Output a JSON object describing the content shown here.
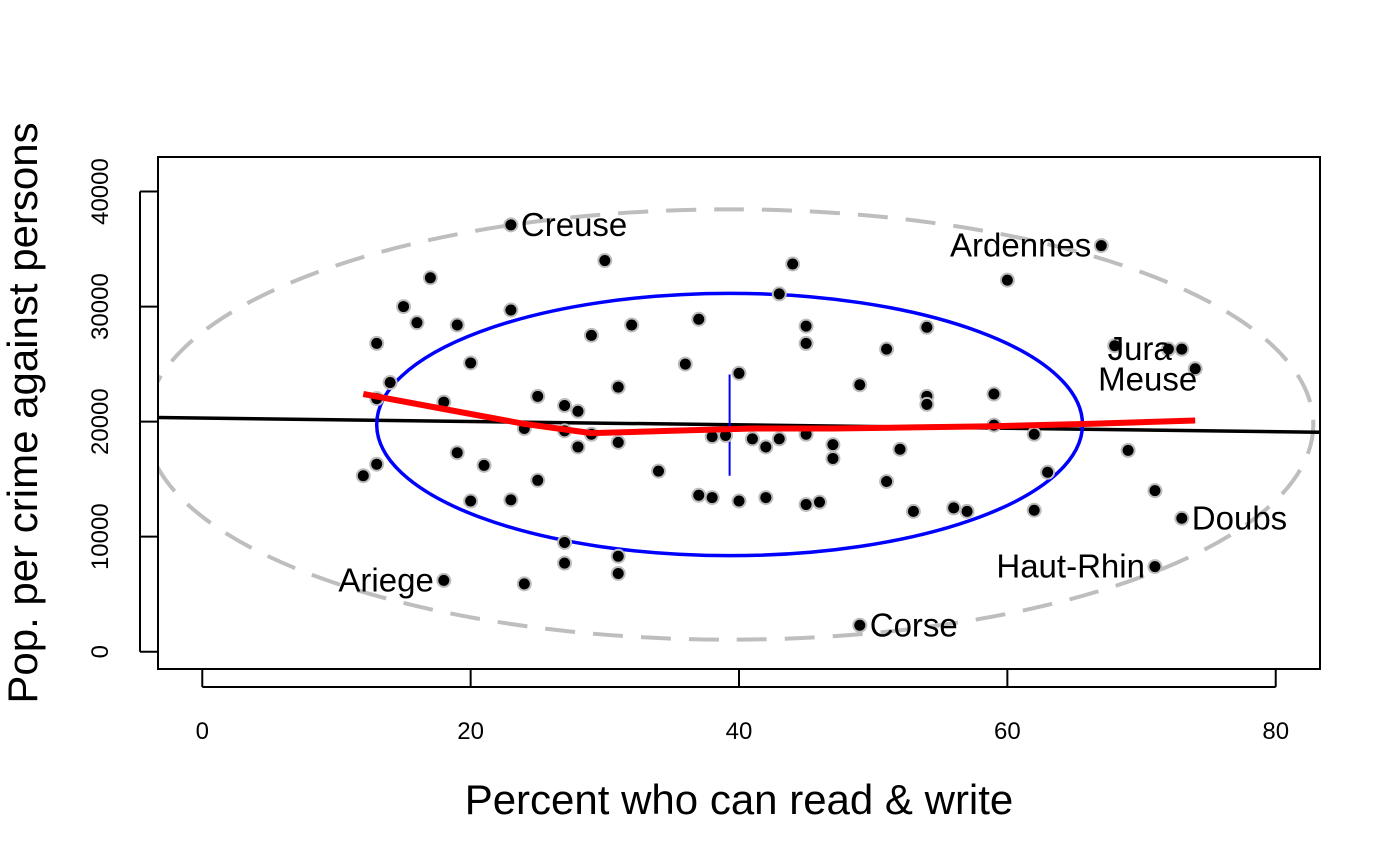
{
  "chart_data": {
    "type": "scatter",
    "xlabel": "Percent who can read & write",
    "ylabel": "Pop. per crime against persons",
    "xlim": [
      -3.3,
      83.3
    ],
    "ylim": [
      -1500,
      43000
    ],
    "x_ticks": [
      0,
      20,
      40,
      60,
      80
    ],
    "y_ticks": [
      0,
      10000,
      20000,
      30000,
      40000
    ],
    "grid": false,
    "legend": "none",
    "colors": {
      "points": "#000000",
      "point_outline": "#bdbdbd",
      "regression": "#000000",
      "smoother": "#ff0000",
      "ellipse_inner": "#0000ff",
      "ellipse_outer": "#bebebe",
      "centroid": "#0000ff"
    },
    "points": [
      {
        "x": 12,
        "y": 15300
      },
      {
        "x": 13,
        "y": 16300
      },
      {
        "x": 13,
        "y": 22000
      },
      {
        "x": 13,
        "y": 26800
      },
      {
        "x": 14,
        "y": 23400
      },
      {
        "x": 15,
        "y": 30000
      },
      {
        "x": 16,
        "y": 28600
      },
      {
        "x": 17,
        "y": 32500
      },
      {
        "x": 18,
        "y": 21700
      },
      {
        "x": 18,
        "y": 6200
      },
      {
        "x": 19,
        "y": 17300
      },
      {
        "x": 19,
        "y": 28400
      },
      {
        "x": 20,
        "y": 25100
      },
      {
        "x": 20,
        "y": 13100
      },
      {
        "x": 21,
        "y": 16200
      },
      {
        "x": 23,
        "y": 29700
      },
      {
        "x": 23,
        "y": 13200
      },
      {
        "x": 23,
        "y": 37100
      },
      {
        "x": 24,
        "y": 19400
      },
      {
        "x": 24,
        "y": 5900
      },
      {
        "x": 25,
        "y": 22200
      },
      {
        "x": 25,
        "y": 14900
      },
      {
        "x": 27,
        "y": 21400
      },
      {
        "x": 27,
        "y": 19200
      },
      {
        "x": 27,
        "y": 9500
      },
      {
        "x": 27,
        "y": 7700
      },
      {
        "x": 28,
        "y": 20900
      },
      {
        "x": 28,
        "y": 17800
      },
      {
        "x": 29,
        "y": 27500
      },
      {
        "x": 29,
        "y": 18900
      },
      {
        "x": 30,
        "y": 34000
      },
      {
        "x": 31,
        "y": 23000
      },
      {
        "x": 31,
        "y": 18200
      },
      {
        "x": 31,
        "y": 8300
      },
      {
        "x": 31,
        "y": 6800
      },
      {
        "x": 32,
        "y": 28400
      },
      {
        "x": 34,
        "y": 15700
      },
      {
        "x": 36,
        "y": 25000
      },
      {
        "x": 37,
        "y": 28900
      },
      {
        "x": 37,
        "y": 13600
      },
      {
        "x": 38,
        "y": 18700
      },
      {
        "x": 38,
        "y": 13400
      },
      {
        "x": 39,
        "y": 18800
      },
      {
        "x": 40,
        "y": 24200
      },
      {
        "x": 40,
        "y": 13100
      },
      {
        "x": 41,
        "y": 18500
      },
      {
        "x": 42,
        "y": 17800
      },
      {
        "x": 42,
        "y": 13400
      },
      {
        "x": 43,
        "y": 31100
      },
      {
        "x": 43,
        "y": 18500
      },
      {
        "x": 44,
        "y": 33700
      },
      {
        "x": 45,
        "y": 28300
      },
      {
        "x": 45,
        "y": 26800
      },
      {
        "x": 45,
        "y": 18900
      },
      {
        "x": 45,
        "y": 12800
      },
      {
        "x": 46,
        "y": 13000
      },
      {
        "x": 47,
        "y": 18000
      },
      {
        "x": 47,
        "y": 16800
      },
      {
        "x": 49,
        "y": 23200
      },
      {
        "x": 49,
        "y": 2300
      },
      {
        "x": 51,
        "y": 26300
      },
      {
        "x": 51,
        "y": 14800
      },
      {
        "x": 52,
        "y": 17600
      },
      {
        "x": 53,
        "y": 12200
      },
      {
        "x": 54,
        "y": 28200
      },
      {
        "x": 54,
        "y": 22200
      },
      {
        "x": 54,
        "y": 21500
      },
      {
        "x": 56,
        "y": 12500
      },
      {
        "x": 57,
        "y": 12200
      },
      {
        "x": 59,
        "y": 22400
      },
      {
        "x": 59,
        "y": 19700
      },
      {
        "x": 60,
        "y": 32300
      },
      {
        "x": 62,
        "y": 18900
      },
      {
        "x": 62,
        "y": 12300
      },
      {
        "x": 63,
        "y": 15600
      },
      {
        "x": 67,
        "y": 35300
      },
      {
        "x": 68,
        "y": 26600
      },
      {
        "x": 69,
        "y": 17500
      },
      {
        "x": 71,
        "y": 14000
      },
      {
        "x": 71,
        "y": 7400
      },
      {
        "x": 72,
        "y": 26300
      },
      {
        "x": 73,
        "y": 26300
      },
      {
        "x": 73,
        "y": 11600
      },
      {
        "x": 74,
        "y": 24600
      }
    ],
    "labels": [
      {
        "text": "Creuse",
        "x": 23,
        "y": 37100,
        "pos": "right"
      },
      {
        "text": "Ardennes",
        "x": 67,
        "y": 35300,
        "pos": "left"
      },
      {
        "text": "Jura",
        "x": 73,
        "y": 26300,
        "pos": "left"
      },
      {
        "text": "Meuse",
        "x": 74,
        "y": 24600,
        "pos": "below-left"
      },
      {
        "text": "Doubs",
        "x": 73,
        "y": 11600,
        "pos": "right"
      },
      {
        "text": "Haut-Rhin",
        "x": 71,
        "y": 7400,
        "pos": "left"
      },
      {
        "text": "Ariege",
        "x": 18,
        "y": 6200,
        "pos": "left"
      },
      {
        "text": "Corse",
        "x": 49,
        "y": 2300,
        "pos": "right"
      }
    ],
    "regression_line": {
      "intercept": 20310,
      "slope": -14.8
    },
    "smoother": [
      {
        "x": 12,
        "y": 22400
      },
      {
        "x": 18,
        "y": 21100
      },
      {
        "x": 24,
        "y": 19800
      },
      {
        "x": 29,
        "y": 19000
      },
      {
        "x": 35,
        "y": 19200
      },
      {
        "x": 41,
        "y": 19400
      },
      {
        "x": 47,
        "y": 19400
      },
      {
        "x": 53,
        "y": 19500
      },
      {
        "x": 59,
        "y": 19600
      },
      {
        "x": 66,
        "y": 19800
      },
      {
        "x": 74,
        "y": 20100
      }
    ],
    "ellipses": {
      "center": {
        "x": 39.3,
        "y": 19750
      },
      "inner": {
        "x_radius": 26.3,
        "y_radius": 11400
      },
      "outer": {
        "x_radius": 43.5,
        "y_radius": 18700
      }
    },
    "centroid_bar": {
      "x": 39.3,
      "y_from": 15300,
      "y_to": 24100
    }
  }
}
